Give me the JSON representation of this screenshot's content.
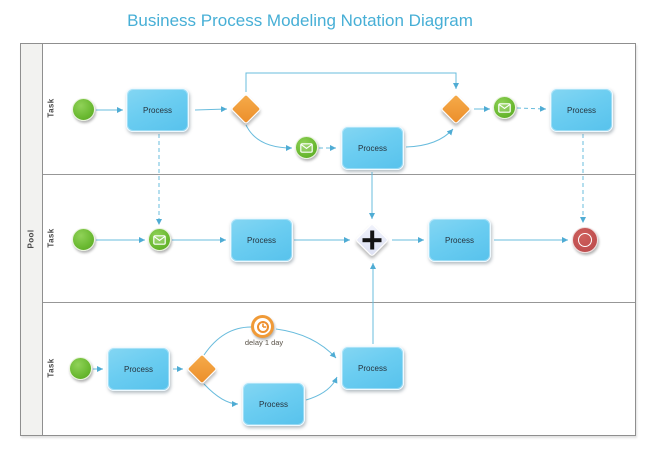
{
  "title": "Business Process Modeling Notation Diagram",
  "pool": {
    "label": "Pool",
    "lanes": [
      {
        "label": "Task"
      },
      {
        "label": "Task"
      },
      {
        "label": "Task"
      }
    ]
  },
  "nodes": {
    "processes": [
      "Process",
      "Process",
      "Process",
      "Process",
      "Process",
      "Process",
      "Process",
      "Process"
    ],
    "timer_label": "delay 1 day"
  },
  "icons": [
    "message-envelope-icon",
    "timer-clock-icon",
    "parallel-plus-icon"
  ],
  "colors": {
    "title_text": "#47AFD6",
    "process_fill": "#6BCDF1",
    "gateway_orange": "#EF9C38",
    "event_green": "#6FBE3B",
    "timer_orange": "#F09A37",
    "end_red": "#C4514E",
    "parallel_fill": "#E2E5F4",
    "connector": "#69BCDD",
    "lane_border": "#8F8F8F"
  }
}
